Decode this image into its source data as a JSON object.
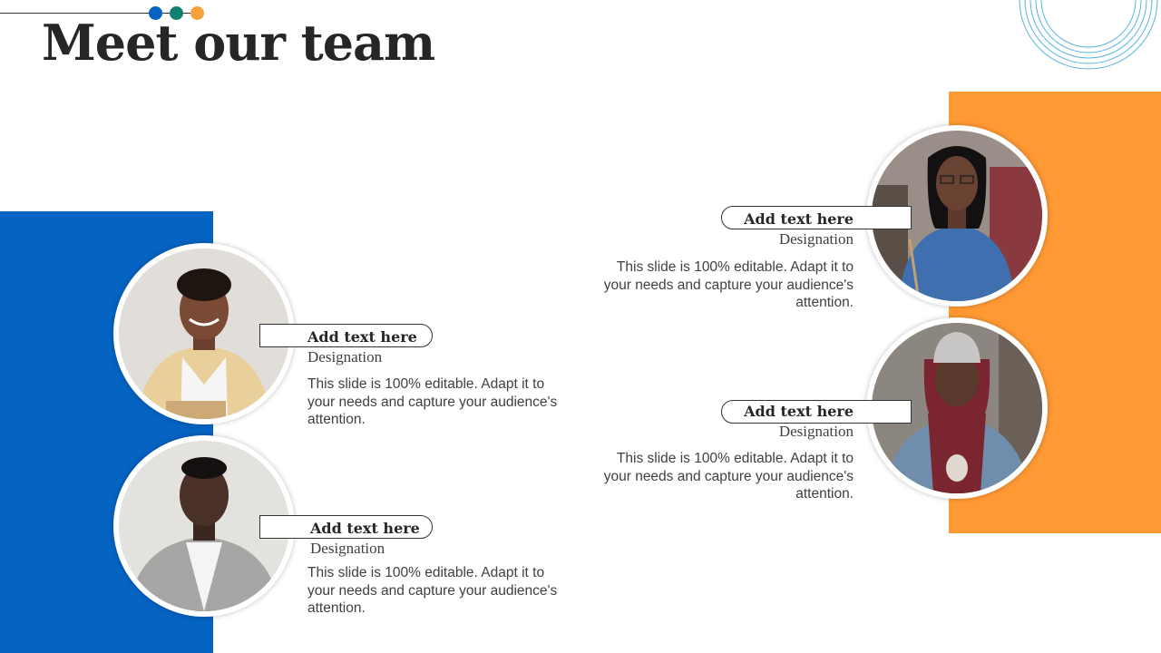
{
  "slide": {
    "title": "Meet our team",
    "colors": {
      "blue": "#0563C1",
      "orange": "#FF9933",
      "teal": "#12806F",
      "dot_orange": "#F5A03A",
      "arc": "#5BB3E0"
    }
  },
  "members": [
    {
      "name": "Add text here",
      "designation": "Designation",
      "description": "This slide is 100% editable. Adapt it to your needs and capture your audience's attention."
    },
    {
      "name": "Add text here",
      "designation": "Designation",
      "description": "This slide is 100% editable. Adapt it to your needs and capture your audience's attention."
    },
    {
      "name": "Add text here",
      "designation": "Designation",
      "description": "This slide is 100% editable. Adapt it to your needs and capture your audience's attention."
    },
    {
      "name": "Add text here",
      "designation": "Designation",
      "description": "This slide is 100% editable. Adapt it to your needs and capture your audience's attention."
    }
  ]
}
